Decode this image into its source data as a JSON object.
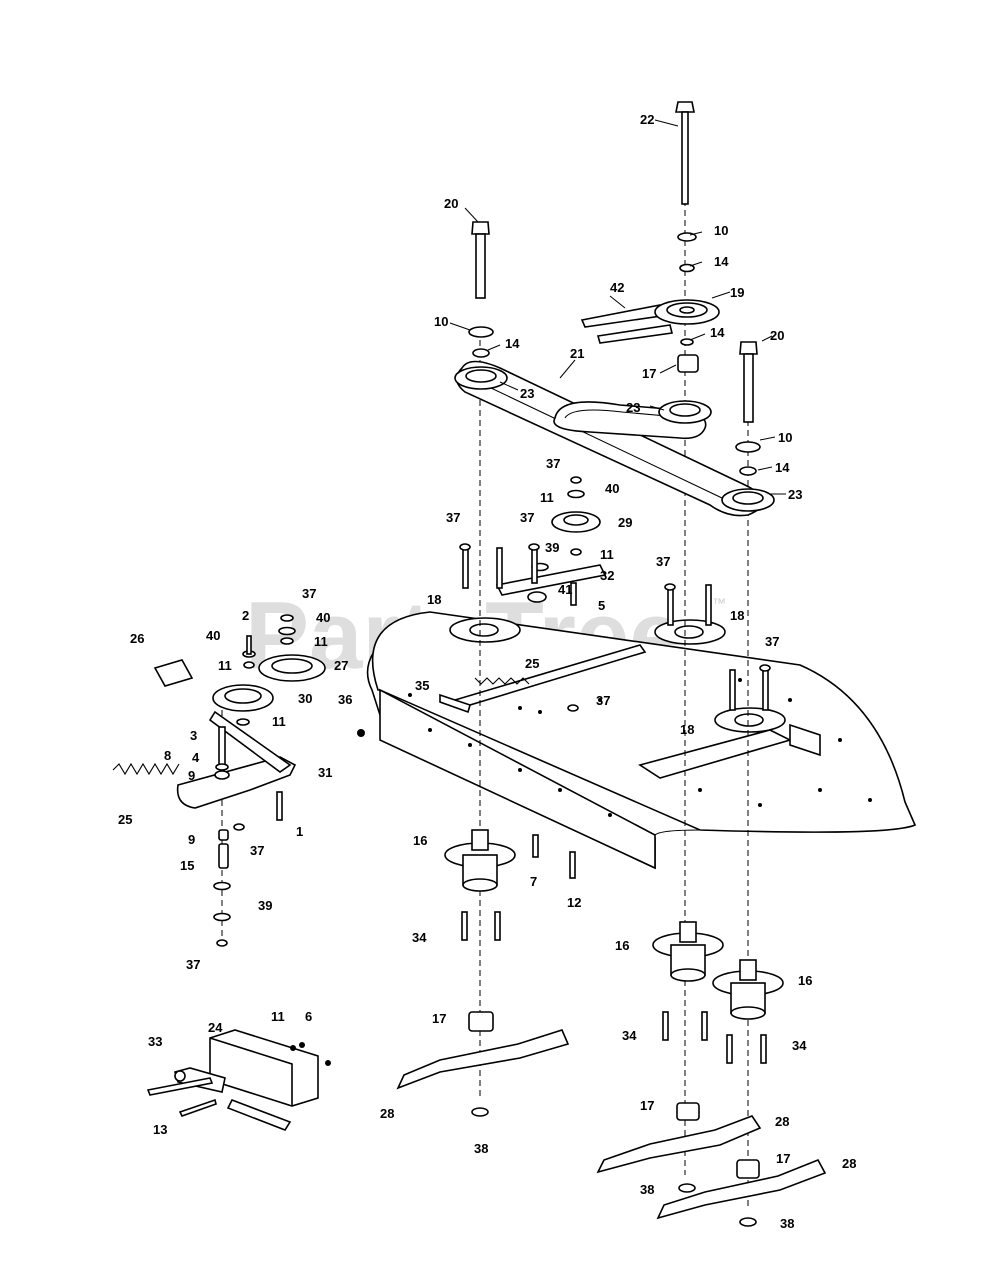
{
  "watermark": {
    "text": "PartsTree",
    "trademark": "™"
  },
  "callouts": [
    "1",
    "2",
    "3",
    "4",
    "5",
    "6",
    "7",
    "8",
    "9",
    "10",
    "11",
    "12",
    "13",
    "14",
    "15",
    "16",
    "17",
    "18",
    "19",
    "20",
    "21",
    "22",
    "23",
    "24",
    "25",
    "26",
    "27",
    "28",
    "29",
    "30",
    "31",
    "32",
    "33",
    "34",
    "35",
    "36",
    "37",
    "38",
    "39",
    "40",
    "41",
    "42"
  ],
  "colors": {
    "ink": "#000000",
    "paper": "#ffffff",
    "watermark": "#d9d9d9"
  }
}
